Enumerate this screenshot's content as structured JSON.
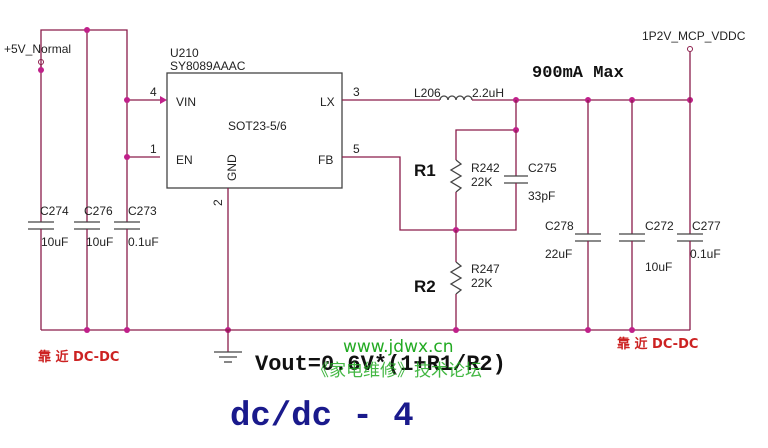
{
  "input": {
    "net_label": "+5V_Normal"
  },
  "output": {
    "net_label": "1P2V_MCP_VDDC",
    "current_note": "900mA Max"
  },
  "ic": {
    "ref": "U210",
    "part": "SY8089AAAC",
    "package": "SOT23-5/6",
    "pins": {
      "vin": {
        "name": "VIN",
        "num": "4"
      },
      "en": {
        "name": "EN",
        "num": "1"
      },
      "lx": {
        "name": "LX",
        "num": "3"
      },
      "fb": {
        "name": "FB",
        "num": "5"
      },
      "gnd": {
        "name": "GND",
        "num": "2"
      }
    }
  },
  "components": {
    "l206": {
      "ref": "L206",
      "value": "2.2uH"
    },
    "r242": {
      "ref": "R242",
      "value": "22K",
      "alias": "R1"
    },
    "r247": {
      "ref": "R247",
      "value": "22K",
      "alias": "R2"
    },
    "c275": {
      "ref": "C275",
      "value": "33pF"
    },
    "c274": {
      "ref": "C274",
      "value": "10uF"
    },
    "c276": {
      "ref": "C276",
      "value": "10uF"
    },
    "c273": {
      "ref": "C273",
      "value": "0.1uF"
    },
    "c278": {
      "ref": "C278",
      "value": "22uF"
    },
    "c272": {
      "ref": "C272",
      "value": "10uF"
    },
    "c277": {
      "ref": "C277",
      "value": "0.1uF"
    }
  },
  "notes": {
    "near_dcdc_left": "靠 近 DC-DC",
    "near_dcdc_right": "靠 近 DC-DC",
    "formula": "Vout=0.6V*(1+R1/R2)",
    "title": "dc/dc - 4"
  },
  "watermark": {
    "url": "www.jdwx.cn",
    "forum": "《家电维修》技术论坛"
  },
  "colors": {
    "wire": "#8a1c4a",
    "junction": "#c0208a",
    "note_red": "#cc2222",
    "title_blue": "#1a1a8c",
    "watermark_green": "#22aa22"
  }
}
